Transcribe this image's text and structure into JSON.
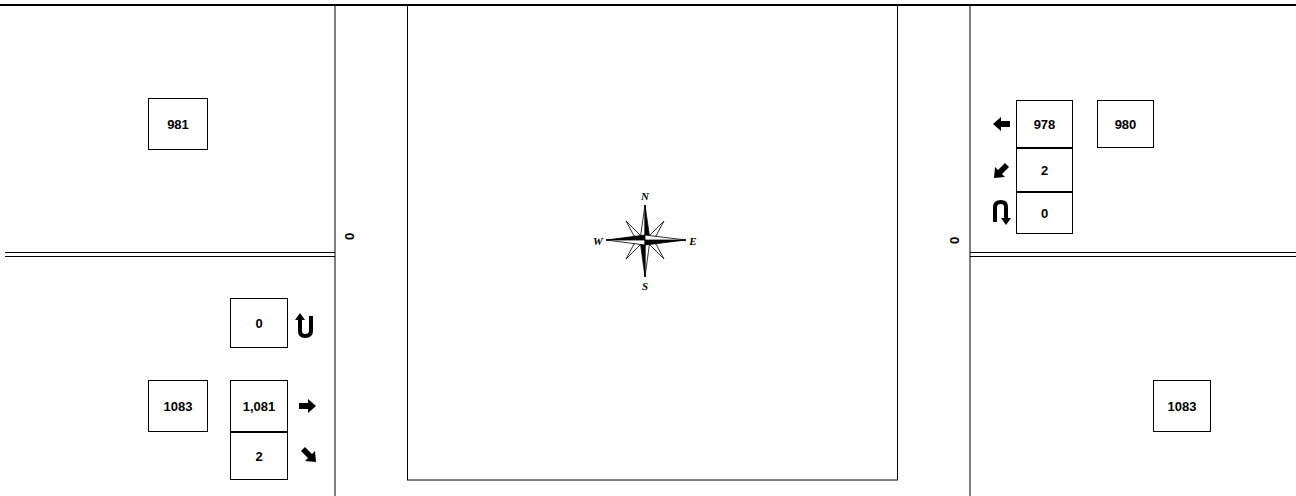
{
  "diagram": {
    "nodes": [
      {
        "text": [
          "981"
        ]
      },
      {
        "text": [
          "978"
        ]
      },
      {
        "text": [
          "980"
        ]
      },
      {
        "text": [
          "2"
        ]
      },
      {
        "text": [
          "0"
        ]
      },
      {
        "text": [
          "0"
        ]
      },
      {
        "text": [
          "1083"
        ]
      },
      {
        "text": [
          "1,081"
        ]
      },
      {
        "text": [
          "2"
        ]
      },
      {
        "text": [
          "1083"
        ]
      }
    ],
    "labels": [
      "0",
      "0",
      "N",
      "W",
      "E",
      "S"
    ]
  }
}
